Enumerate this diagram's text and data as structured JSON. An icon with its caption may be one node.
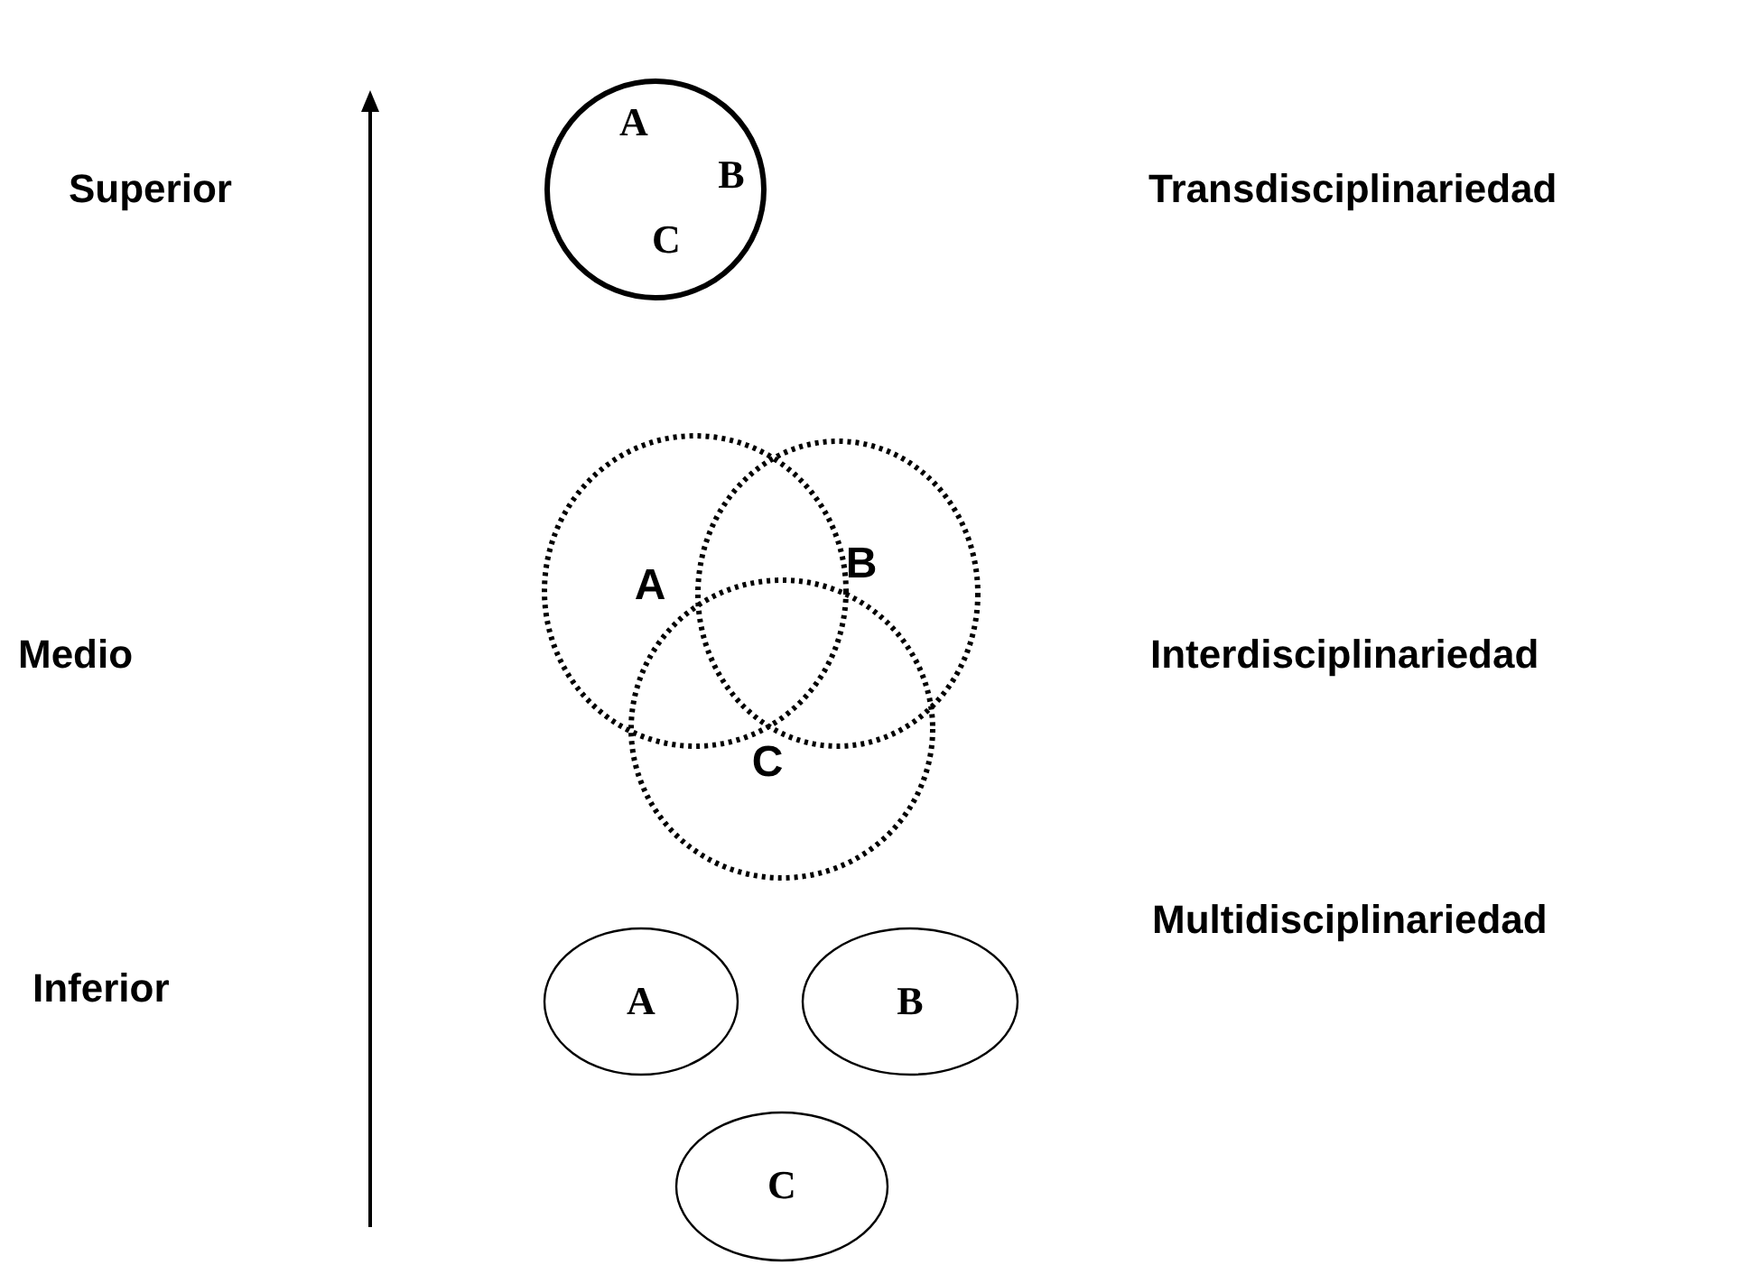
{
  "diagram": {
    "nodes": [
      {
        "text": [
          "A",
          "B",
          "C"
        ]
      },
      {
        "text": [
          "A"
        ]
      },
      {
        "text": [
          "B"
        ]
      },
      {
        "text": [
          "C"
        ]
      },
      {
        "text": [
          "A"
        ]
      },
      {
        "text": [
          "B"
        ]
      },
      {
        "text": [
          "C"
        ]
      }
    ],
    "labels": [
      "Superior",
      "Transdisciplinariedad",
      "Medio",
      "Interdisciplinariedad",
      "Multidisciplinariedad",
      "Inferior"
    ]
  }
}
